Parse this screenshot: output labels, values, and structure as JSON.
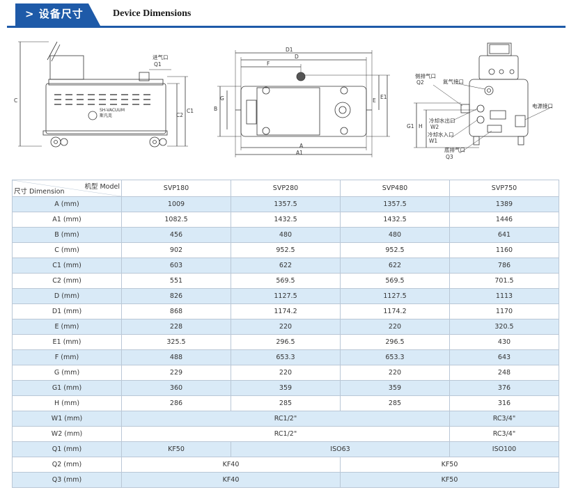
{
  "header": {
    "title_cn": "> 设备尺寸",
    "title_en": "Device Dimensions"
  },
  "colors": {
    "accent": "#1e5aa8",
    "row_alt": "#d9eaf7"
  },
  "drawing_labels": {
    "side": {
      "c": "C",
      "c1": "C1",
      "c2": "C2",
      "inlet_cn": "进气口",
      "q1": "Q1",
      "brand": "SH-VACUUM",
      "brand_cn": "斯凡克"
    },
    "top": {
      "d1": "D1",
      "d": "D",
      "f": "F",
      "g": "G",
      "b": "B",
      "e": "E",
      "e1": "E1",
      "a": "A",
      "a1": "A1"
    },
    "rear": {
      "q2_cn": "侧排气口",
      "q2": "Q2",
      "n2_cn": "氮气接口",
      "w2_cn": "冷却水出口",
      "w2": "W2",
      "w1_cn": "冷却水入口",
      "w1": "W1",
      "q3_cn": "底排气口",
      "q3": "Q3",
      "power_cn": "电源接口",
      "g1": "G1",
      "h": "H"
    }
  },
  "table": {
    "corner_model": "机型 Model",
    "corner_dimension": "尺寸 Dimension",
    "models": [
      "SVP180",
      "SVP280",
      "SVP480",
      "SVP750"
    ],
    "rows": [
      {
        "label": "A  (mm)",
        "cells": [
          "1009",
          "1357.5",
          "1357.5",
          "1389"
        ]
      },
      {
        "label": "A1  (mm)",
        "cells": [
          "1082.5",
          "1432.5",
          "1432.5",
          "1446"
        ]
      },
      {
        "label": "B  (mm)",
        "cells": [
          "456",
          "480",
          "480",
          "641"
        ]
      },
      {
        "label": "C  (mm)",
        "cells": [
          "902",
          "952.5",
          "952.5",
          "1160"
        ]
      },
      {
        "label": "C1  (mm)",
        "cells": [
          "603",
          "622",
          "622",
          "786"
        ]
      },
      {
        "label": "C2  (mm)",
        "cells": [
          "551",
          "569.5",
          "569.5",
          "701.5"
        ]
      },
      {
        "label": "D  (mm)",
        "cells": [
          "826",
          "1127.5",
          "1127.5",
          "1113"
        ]
      },
      {
        "label": "D1  (mm)",
        "cells": [
          "868",
          "1174.2",
          "1174.2",
          "1170"
        ]
      },
      {
        "label": "E  (mm)",
        "cells": [
          "228",
          "220",
          "220",
          "320.5"
        ]
      },
      {
        "label": "E1  (mm)",
        "cells": [
          "325.5",
          "296.5",
          "296.5",
          "430"
        ]
      },
      {
        "label": "F  (mm)",
        "cells": [
          "488",
          "653.3",
          "653.3",
          "643"
        ]
      },
      {
        "label": "G  (mm)",
        "cells": [
          "229",
          "220",
          "220",
          "248"
        ]
      },
      {
        "label": "G1  (mm)",
        "cells": [
          "360",
          "359",
          "359",
          "376"
        ]
      },
      {
        "label": "H  (mm)",
        "cells": [
          "286",
          "285",
          "285",
          "316"
        ]
      }
    ],
    "w1": {
      "label": "W1  (mm)",
      "span3": "RC1/2\"",
      "last": "RC3/4\""
    },
    "w2": {
      "label": "W2  (mm)",
      "span3": "RC1/2\"",
      "last": "RC3/4\""
    },
    "q1": {
      "label": "Q1  (mm)",
      "first": "KF50",
      "span2": "ISO63",
      "last": "ISO100"
    },
    "q2": {
      "label": "Q2  (mm)",
      "left": "KF40",
      "right": "KF50"
    },
    "q3": {
      "label": "Q3  (mm)",
      "left": "KF40",
      "right": "KF50"
    }
  }
}
